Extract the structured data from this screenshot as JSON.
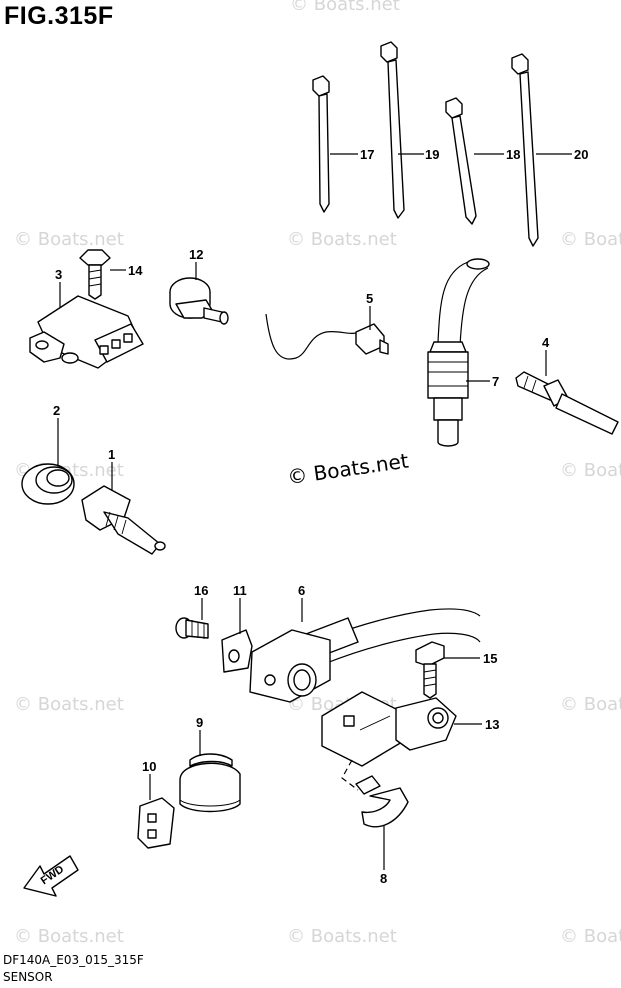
{
  "figure": {
    "title": "FIG.315F",
    "code": "DF140A_E03_015_315F",
    "caption": "SENSOR"
  },
  "watermark": {
    "text": "© Boats.net",
    "main_text": "© Boats.net"
  },
  "fwd_label": "FWD",
  "callouts": {
    "p1": "1",
    "p2": "2",
    "p3": "3",
    "p4": "4",
    "p5": "5",
    "p6": "6",
    "p7": "7",
    "p8": "8",
    "p9": "9",
    "p10": "10",
    "p11": "11",
    "p12": "12",
    "p13": "13",
    "p14": "14",
    "p15": "15",
    "p16": "16",
    "p17": "17",
    "p18": "18",
    "p19": "19",
    "p20": "20"
  }
}
